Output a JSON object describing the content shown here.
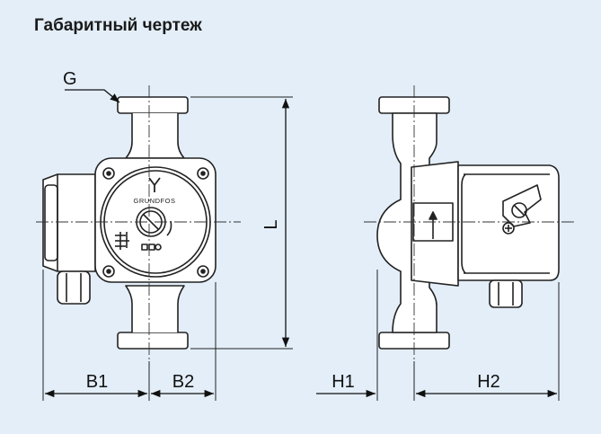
{
  "title": "Габаритный чертеж",
  "labels": {
    "g": "G",
    "l": "L",
    "b1": "B1",
    "b2": "B2",
    "h1": "H1",
    "h2": "H2"
  },
  "logo_text": "GRUNDFOS",
  "colors": {
    "background": "#e3eef8",
    "line": "#222222"
  }
}
